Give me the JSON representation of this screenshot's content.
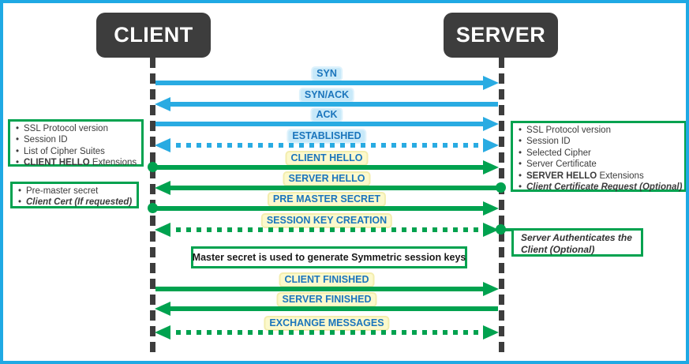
{
  "diagram": {
    "type": "sequence-diagram",
    "topic": "TCP + SSL/TLS handshake between client and server",
    "actors": {
      "client": "CLIENT",
      "server": "SERVER"
    },
    "messages": [
      {
        "label": "SYN",
        "from": "client",
        "to": "server",
        "protocol": "tcp",
        "line": "solid"
      },
      {
        "label": "SYN/ACK",
        "from": "server",
        "to": "client",
        "protocol": "tcp",
        "line": "solid"
      },
      {
        "label": "ACK",
        "from": "client",
        "to": "server",
        "protocol": "tcp",
        "line": "solid"
      },
      {
        "label": "ESTABLISHED",
        "from": "both",
        "to": "both",
        "protocol": "tcp",
        "line": "dashed"
      },
      {
        "label": "CLIENT HELLO",
        "from": "client",
        "to": "server",
        "protocol": "ssl",
        "line": "solid",
        "origin_dot": "client"
      },
      {
        "label": "SERVER HELLO",
        "from": "server",
        "to": "client",
        "protocol": "ssl",
        "line": "solid",
        "origin_dot": "server"
      },
      {
        "label": "PRE MASTER SECRET",
        "from": "client",
        "to": "server",
        "protocol": "ssl",
        "line": "solid",
        "origin_dot": "client"
      },
      {
        "label": "SESSION KEY CREATION",
        "from": "both",
        "to": "both",
        "protocol": "ssl",
        "line": "dashed",
        "origin_dot": "server"
      },
      {
        "label": "CLIENT FINISHED",
        "from": "client",
        "to": "server",
        "protocol": "ssl",
        "line": "solid"
      },
      {
        "label": "SERVER FINISHED",
        "from": "server",
        "to": "client",
        "protocol": "ssl",
        "line": "solid"
      },
      {
        "label": "EXCHANGE MESSAGES",
        "from": "both",
        "to": "both",
        "protocol": "ssl",
        "line": "dashed"
      }
    ],
    "notes": {
      "client_hello": {
        "items": [
          {
            "text": "SSL Protocol version"
          },
          {
            "text": "Session ID"
          },
          {
            "text": "List of Cipher Suites"
          },
          {
            "strong": "CLIENT HELLO",
            "text": " Extensions"
          }
        ]
      },
      "pre_master": {
        "items": [
          {
            "text": "Pre-master secret"
          },
          {
            "emphasis": "Client Cert (If requested)"
          }
        ]
      },
      "server_hello": {
        "items": [
          {
            "text": "SSL Protocol version"
          },
          {
            "text": "Session ID"
          },
          {
            "text": "Selected Cipher"
          },
          {
            "text": "Server Certificate"
          },
          {
            "strong": "SERVER HELLO",
            "text": " Extensions"
          },
          {
            "emphasis": "Client Certificate Request (Optional)"
          }
        ]
      },
      "server_auth": {
        "text": "Server Authenticates the Client (Optional)"
      },
      "master_secret": {
        "text": "Master secret is used to generate Symmetric session keys"
      }
    },
    "colors": {
      "tcp_arrow": "#29abe2",
      "ssl_arrow": "#00a24f",
      "label_text": "#1b75bc",
      "tcp_label_bg": "#c8e9f9",
      "ssl_label_bg": "#fcf9cc",
      "actor_bg": "#3d3d3d",
      "note_border": "#00a24f",
      "frame_border": "#1fa9e4"
    }
  }
}
